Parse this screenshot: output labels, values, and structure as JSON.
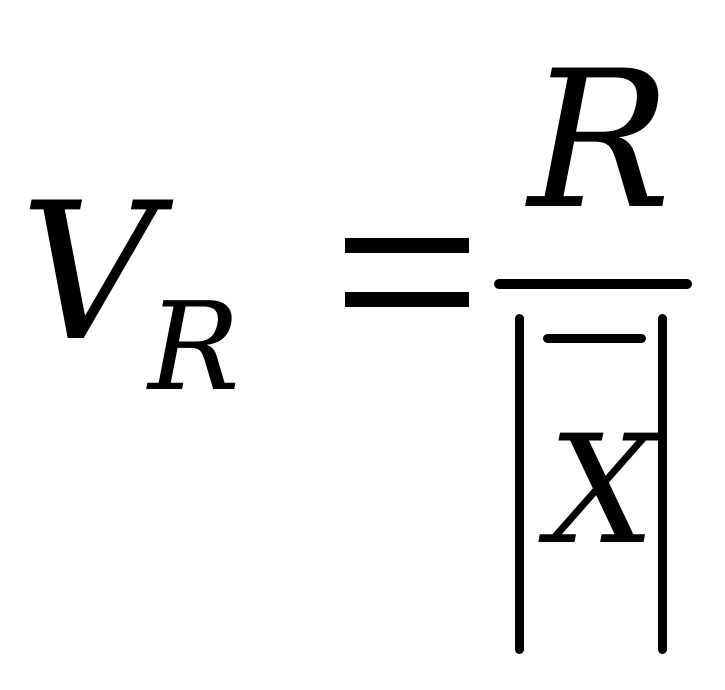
{
  "formula": {
    "lhs": {
      "symbol": "V",
      "subscript": "R"
    },
    "relation": "=",
    "rhs": {
      "numerator": "R",
      "denominator": "X"
    }
  },
  "colors": {
    "ink": "#000000",
    "background": "#ffffff"
  }
}
